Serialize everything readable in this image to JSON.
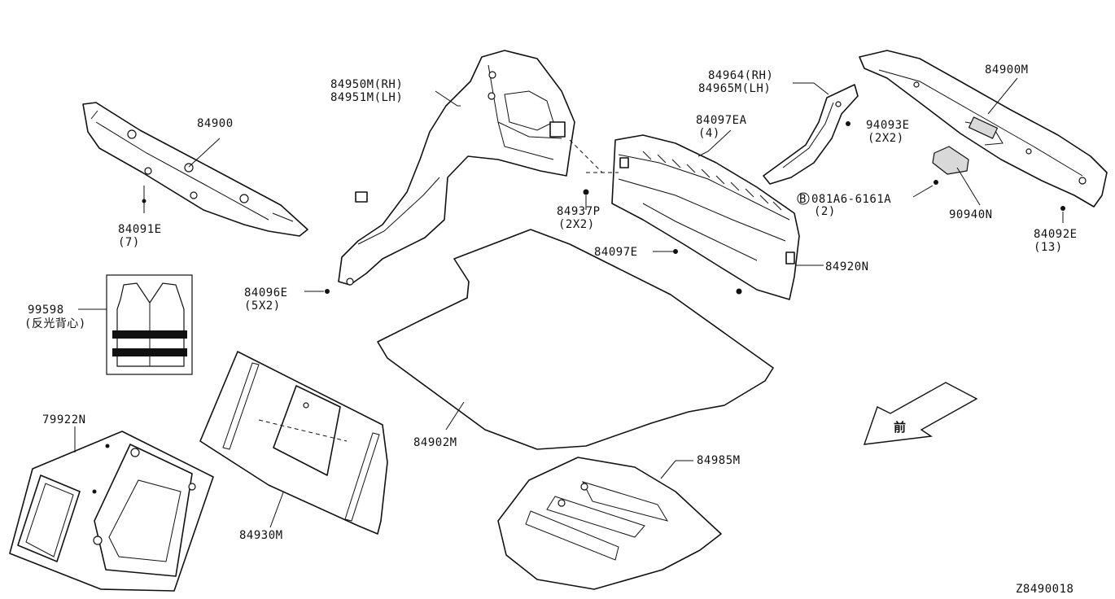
{
  "diagram": {
    "id": "Z8490018",
    "front_glyph": "前",
    "labels": {
      "p84900": "84900",
      "p84091E": "84091E",
      "p84091E_qty": "(7)",
      "p84950M": "84950M(RH)",
      "p84951M": "84951M(LH)",
      "p84096E": "84096E",
      "p84096E_qty": "(5X2)",
      "p84964": "84964(RH)",
      "p84965M": "84965M(LH)",
      "p84097EA": "84097EA",
      "p84097EA_qty": "(4)",
      "p94093E": "94093E",
      "p94093E_qty": "(2X2)",
      "p84937P": "84937P",
      "p84937P_qty": "(2X2)",
      "p84097E": "84097E",
      "p84920N": "84920N",
      "p84900M": "84900M",
      "p081A6": "081A6-6161A",
      "p081A6_prefix": "B",
      "p081A6_qty": "(2)",
      "p90940N": "90940N",
      "p84092E": "84092E",
      "p84092E_qty": "(13)",
      "p99598": "99598",
      "p99598_desc": "(反光背心)",
      "p79922N": "79922N",
      "p84930M": "84930M",
      "p84902M": "84902M",
      "p84985M": "84985M"
    }
  }
}
